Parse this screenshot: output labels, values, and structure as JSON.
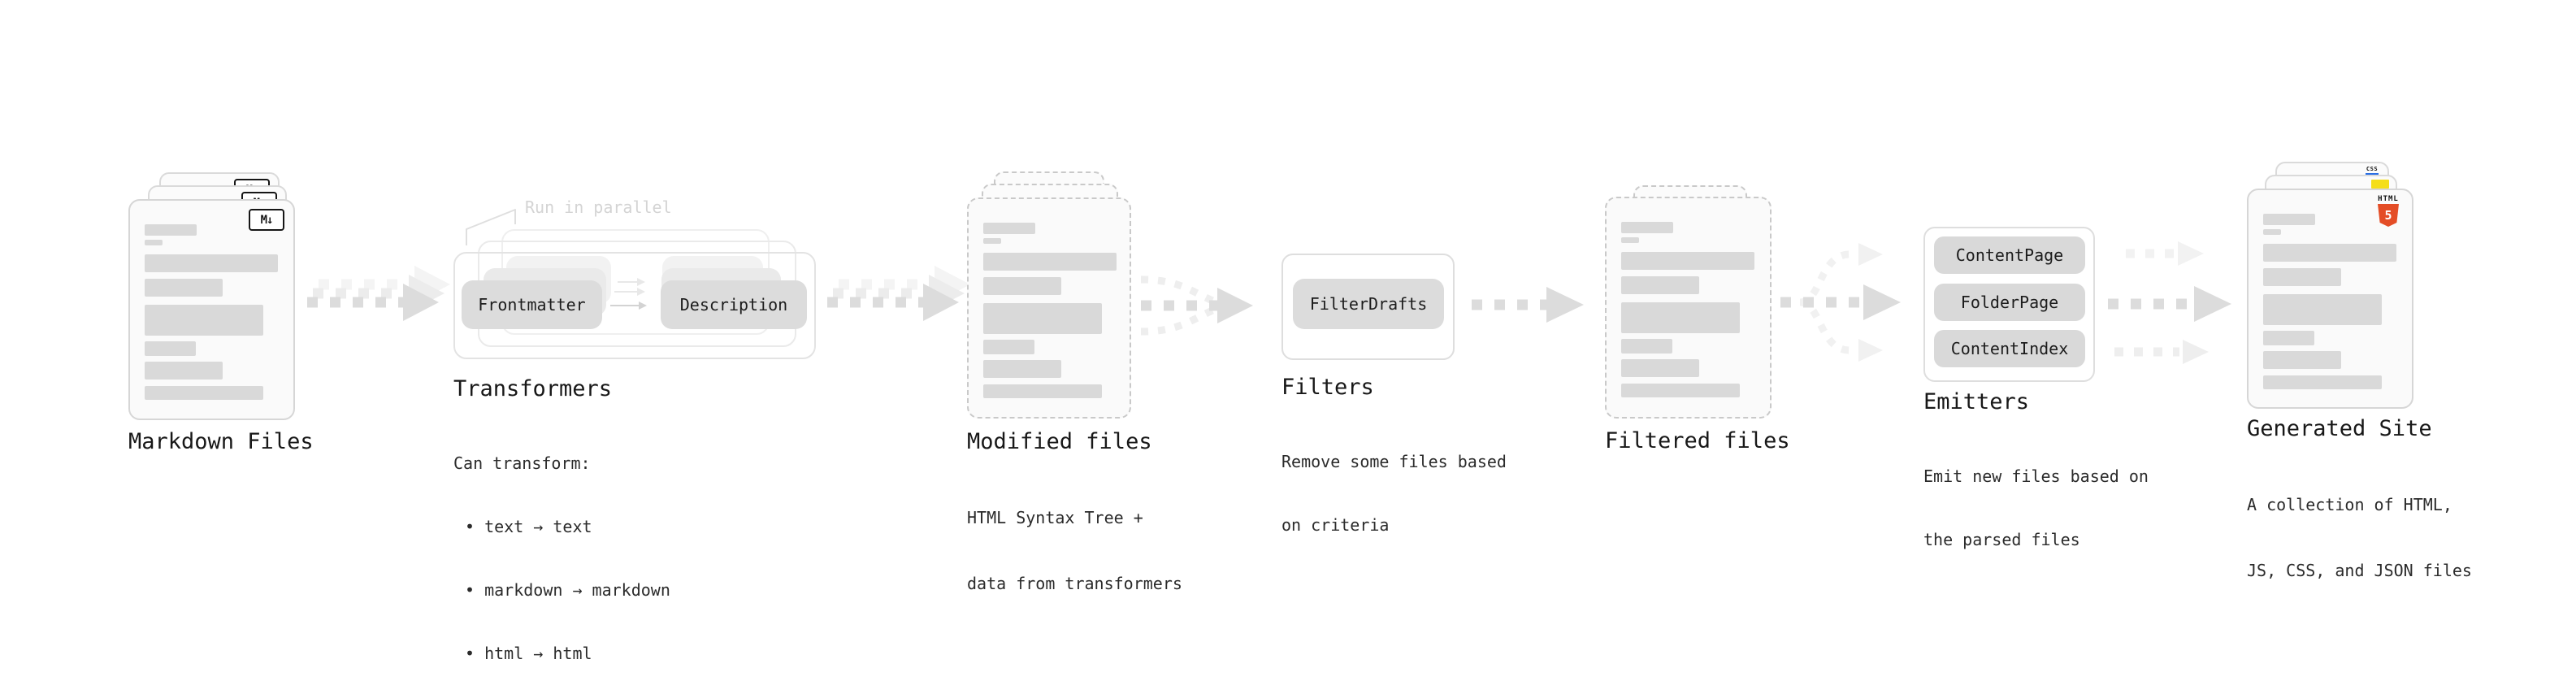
{
  "stages": {
    "markdown": {
      "label": "Markdown Files",
      "badge": "M↓"
    },
    "transformers": {
      "note": "Run in parallel",
      "pill_left": "Frontmatter",
      "pill_right": "Description",
      "label": "Transformers",
      "desc_title": "Can transform:",
      "bullets": [
        "• text → text",
        "• markdown → markdown",
        "• html → html"
      ]
    },
    "modified": {
      "label": "Modified files",
      "desc": [
        "HTML Syntax Tree +",
        "data from transformers"
      ]
    },
    "filters": {
      "label": "Filters",
      "pill": "FilterDrafts",
      "desc": [
        "Remove some files based",
        "on criteria"
      ]
    },
    "filtered": {
      "label": "Filtered files"
    },
    "emitters": {
      "label": "Emitters",
      "pills": [
        "ContentPage",
        "FolderPage",
        "ContentIndex"
      ],
      "desc": [
        "Emit new files based on",
        "the parsed files"
      ]
    },
    "generated": {
      "label": "Generated Site",
      "desc": [
        "A collection of HTML,",
        "JS, CSS, and JSON files"
      ],
      "badge_html_text": "HTML",
      "badge_html_number": "5",
      "badge_css_text": "CSS"
    }
  },
  "colors": {
    "accent_orange": "#e44d26",
    "accent_yellow": "#f5de19",
    "accent_blue": "#2b6fe4",
    "bar": "#d9d9d9",
    "arrow": "#dcdcdc"
  },
  "skeleton_bars": [
    {
      "w": 64,
      "h": 14,
      "mt": 0
    },
    {
      "w": 22,
      "h": 7,
      "mt": 5
    },
    {
      "w": 164,
      "h": 22,
      "mt": 11
    },
    {
      "w": 96,
      "h": 22,
      "mt": 8
    },
    {
      "w": 146,
      "h": 38,
      "mt": 10
    },
    {
      "w": 63,
      "h": 18,
      "mt": 7
    },
    {
      "w": 96,
      "h": 22,
      "mt": 7
    },
    {
      "w": 146,
      "h": 17,
      "mt": 8
    }
  ]
}
